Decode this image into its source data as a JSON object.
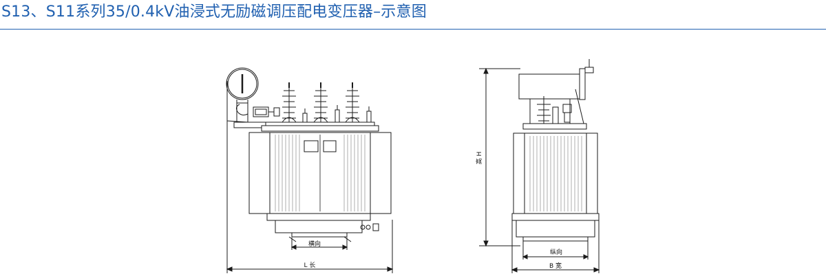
{
  "header": {
    "title": "S13、S11系列35/0.4kV油浸式无励磁调压配电变压器–示意图"
  },
  "front_view": {
    "length_label": "L 长",
    "transverse_label": "横向"
  },
  "side_view": {
    "height_label": "高 H",
    "longitudinal_label": "纵向",
    "width_label": "B 宽"
  },
  "colors": {
    "title": "#2060b0",
    "line": "#1a1a1a",
    "fill": "#ffffff"
  }
}
